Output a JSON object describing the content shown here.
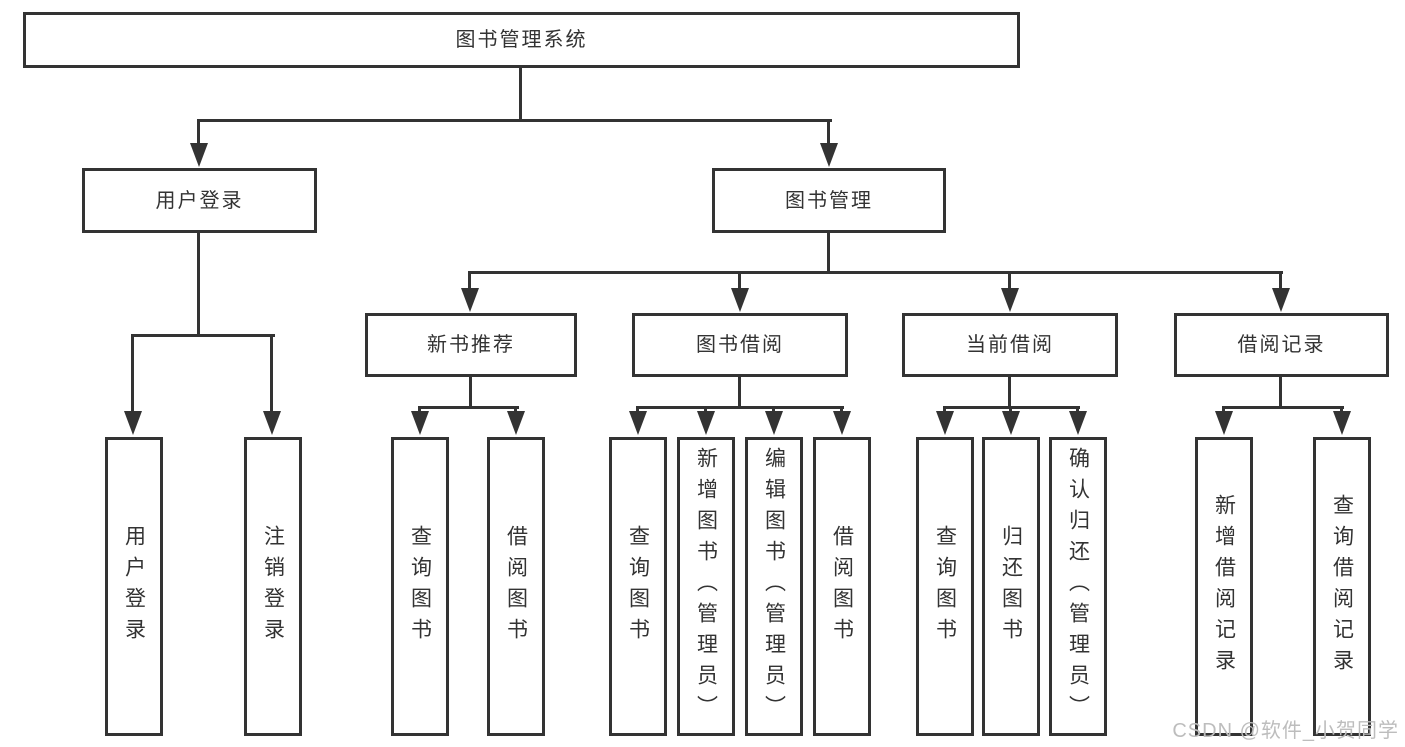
{
  "colors": {
    "line": "#333333",
    "box_border": "#333333",
    "text": "#333333",
    "watermark": "#bdbdbd",
    "background": "#ffffff"
  },
  "tree": {
    "root": {
      "label": "图书管理系统"
    },
    "branches": [
      {
        "label": "用户登录",
        "children": [
          {
            "label": "用户登录"
          },
          {
            "label": "注销登录"
          }
        ]
      },
      {
        "label": "图书管理",
        "children": [
          {
            "label": "新书推荐",
            "children": [
              {
                "label": "查询图书"
              },
              {
                "label": "借阅图书"
              }
            ]
          },
          {
            "label": "图书借阅",
            "children": [
              {
                "label": "查询图书"
              },
              {
                "label": "新增图书（管理员）"
              },
              {
                "label": "编辑图书（管理员）"
              },
              {
                "label": "借阅图书"
              }
            ]
          },
          {
            "label": "当前借阅",
            "children": [
              {
                "label": "查询图书"
              },
              {
                "label": "归还图书"
              },
              {
                "label": "确认归还（管理员）"
              }
            ]
          },
          {
            "label": "借阅记录",
            "children": [
              {
                "label": "新增借阅记录"
              },
              {
                "label": "查询借阅记录"
              }
            ]
          }
        ]
      }
    ]
  },
  "watermark": {
    "text": "CSDN @软件_小贺同学"
  }
}
